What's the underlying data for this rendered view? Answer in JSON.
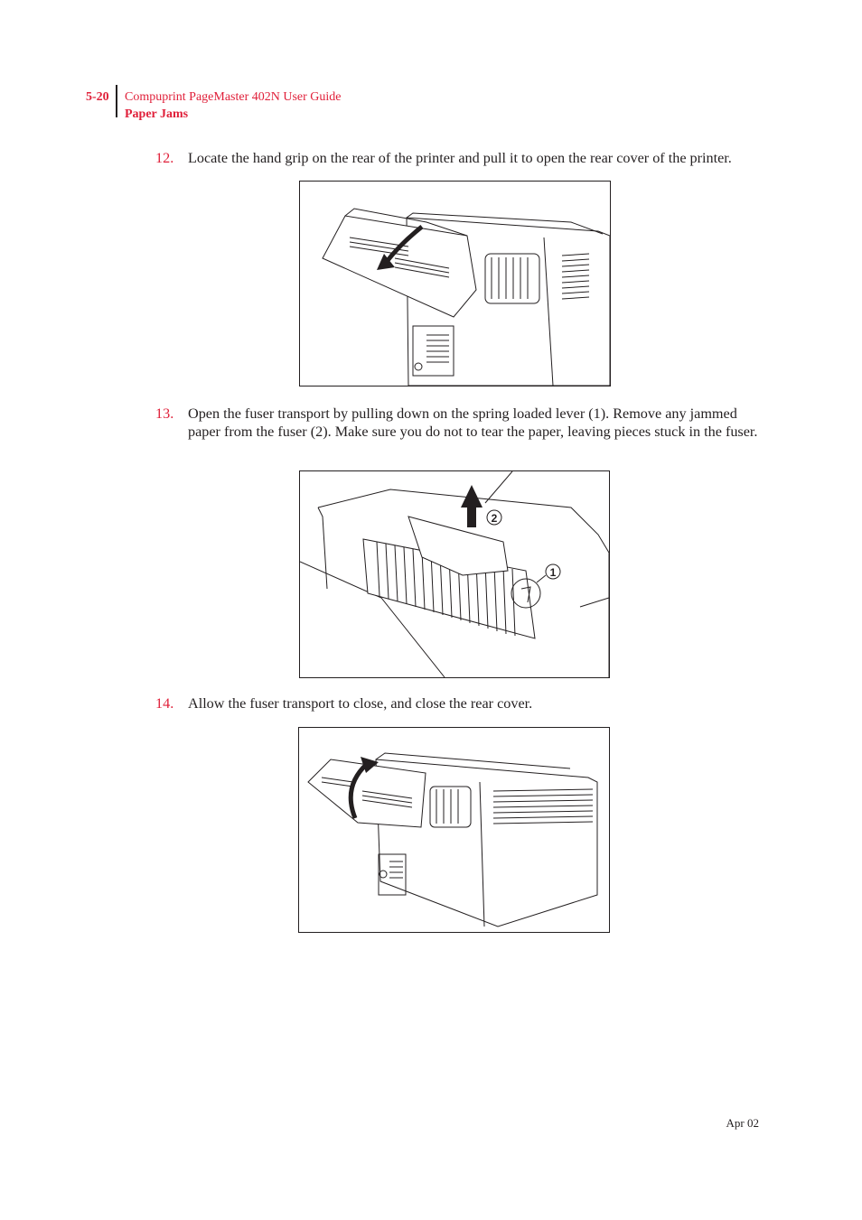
{
  "header": {
    "page_number": "5-20",
    "title": "Compuprint PageMaster 402N User Guide",
    "section": "Paper Jams"
  },
  "steps": [
    {
      "number": "12.",
      "text": "Locate the hand grip on the rear of the printer and pull it to open the rear cover of the printer."
    },
    {
      "number": "13.",
      "text": "Open the fuser transport by pulling down on the spring loaded lever (1). Remove any jammed paper from the fuser (2). Make sure you do not to tear the paper, leaving pieces stuck in the fuser."
    },
    {
      "number": "14.",
      "text": "Allow the fuser transport to close, and close the rear cover."
    }
  ],
  "figures": {
    "fig2_callouts": [
      "2",
      "1"
    ]
  },
  "footer": {
    "date": "Apr 02"
  }
}
